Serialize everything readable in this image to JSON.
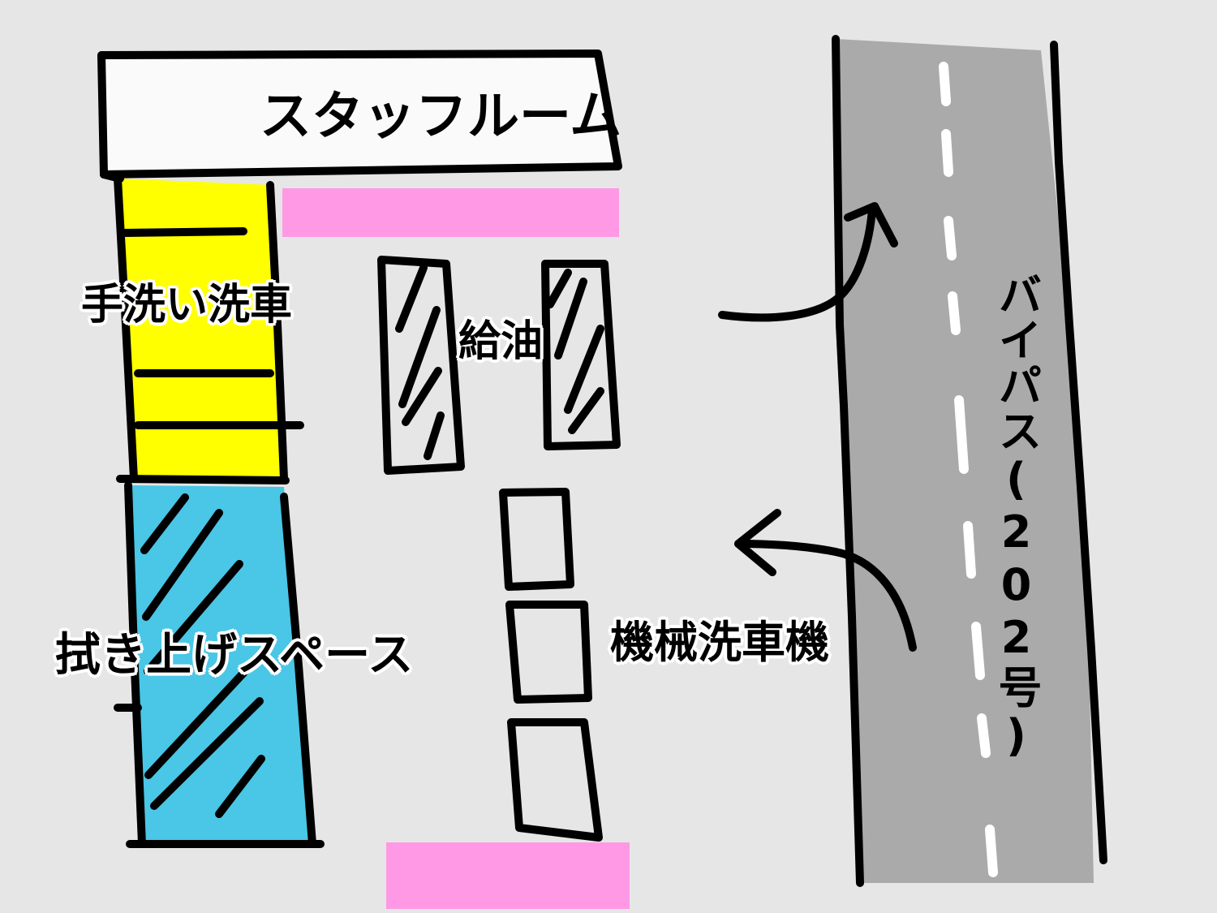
{
  "labels": {
    "staff_room": "スタッフルーム",
    "hand_wash": "手洗い洗車",
    "refuel": "給油",
    "wipe_space": "拭き上げスペース",
    "car_wash_machine": "機械洗車機",
    "bypass": "バイパス(202号)"
  },
  "colors": {
    "background": "#e6e6e6",
    "road": "#aaaaaa",
    "hand_wash_area": "#ffff00",
    "wipe_area": "#4ac6e6",
    "entrance_markers": "#ff99e6",
    "outline": "#000000",
    "lane_dash": "#ffffff"
  },
  "icons": {
    "entry_arrow": "arrow-up-icon",
    "exit_arrow": "arrow-left-icon"
  }
}
